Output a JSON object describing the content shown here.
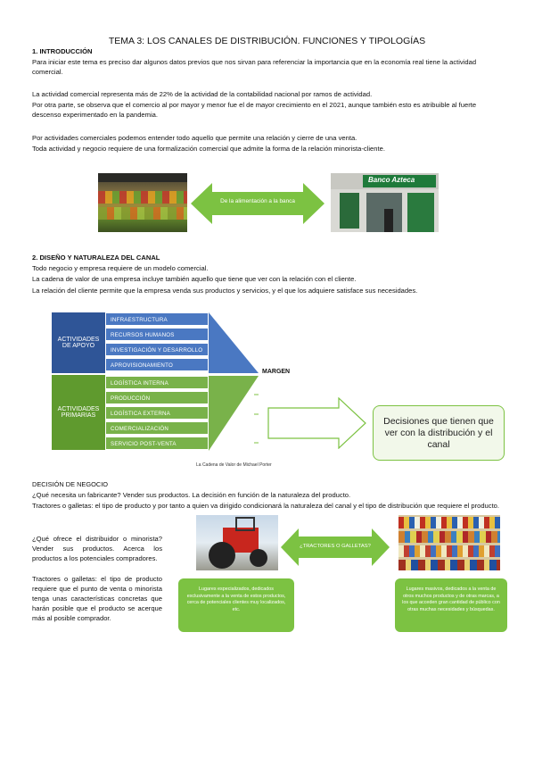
{
  "title": "TEMA 3: LOS CANALES DE DISTRIBUCIÓN. FUNCIONES Y TIPOLOGÍAS",
  "section1": {
    "heading": "1. INTRODUCCIÓN",
    "p1": "Para iniciar este tema es preciso dar algunos datos previos que nos sirvan para referenciar la importancia que en la economía real tiene la actividad comercial.",
    "p2a": "La actividad comercial representa más de 22% de la actividad de la contabilidad nacional por ramos de actividad.",
    "p2b": "Por otra parte, se observa que el comercio al por mayor y menor fue el de mayor crecimiento en el 2021, aunque también esto es atribuible al fuerte descenso experimentado en la pandemia.",
    "p3a": "Por actividades comerciales podemos entender todo aquello que permite una relación y cierre de una venta.",
    "p3b": "Toda actividad y negocio requiere de una formalización comercial que admite la forma de la relación minorista-cliente.",
    "arrow_label": "De la alimentación a la banca",
    "bank_sign": "Banco Azteca"
  },
  "section2": {
    "heading": "2. DISEÑO Y NATURALEZA DEL CANAL",
    "p1": "Todo negocio y empresa requiere de un modelo comercial.",
    "p2": "La cadena de valor de una empresa incluye también aquello que tiene que ver con la relación con el cliente.",
    "p3": "La relación del cliente permite que la empresa venda sus productos y servicios, y el que los adquiere satisface sus necesidades."
  },
  "value_chain": {
    "support_label": "ACTIVIDADES DE APOYO",
    "primary_label": "ACTIVIDADES PRIMARIAS",
    "support": [
      "INFRAESTRUCTURA",
      "RECURSOS HUMANOS",
      "INVESTIGACIÓN Y DESARROLLO",
      "APROVISIONAMIENTO"
    ],
    "primary": [
      "LOGÍSTICA INTERNA",
      "PRODUCCIÓN",
      "LOGÍSTICA EXTERNA",
      "COMERCIALIZACIÓN",
      "SERVICIO POST-VENTA"
    ],
    "margin": "MARGEN",
    "caption": "La Cadena de Valor de Michael Porter",
    "decision_box": "Decisiones que tienen que ver con la distribución y el canal"
  },
  "decision": {
    "heading": "DECISIÓN DE NEGOCIO",
    "p1": "¿Qué necesita un fabricante? Vender sus productos. La decisión en función de la naturaleza del producto.",
    "p2": "Tractores o galletas: el tipo de producto y por tanto a quien va dirigido condicionará la naturaleza del canal y el tipo de distribución que requiere el producto.",
    "left_p1": "¿Qué ofrece el distribuidor o minorista? Vender sus productos. Acerca los productos a los potenciales compradores.",
    "left_p2": "Tractores o galletas: el tipo de producto requiere que el punto de venta o minorista tenga unas características concretas que harán posible que el producto se acerque más al posible comprador.",
    "arrow_label": "¿TRACTORES O GALLETAS?",
    "box_left": "Lugares especializados, dedicados exclusivamente a la venta de estos productos, cerca de potenciales clientes muy localizados, etc.",
    "box_right": "Lugares masivos, dedicados a la venta de otros muchos productos y de otras marcas, a los que acceden gran cantidad de público con otras muchas necesidades y búsquedas."
  },
  "colors": {
    "green": "#7cc242",
    "blue": "#4a78c2",
    "dark_blue": "#2f5597",
    "dark_green": "#5f9a2e"
  }
}
